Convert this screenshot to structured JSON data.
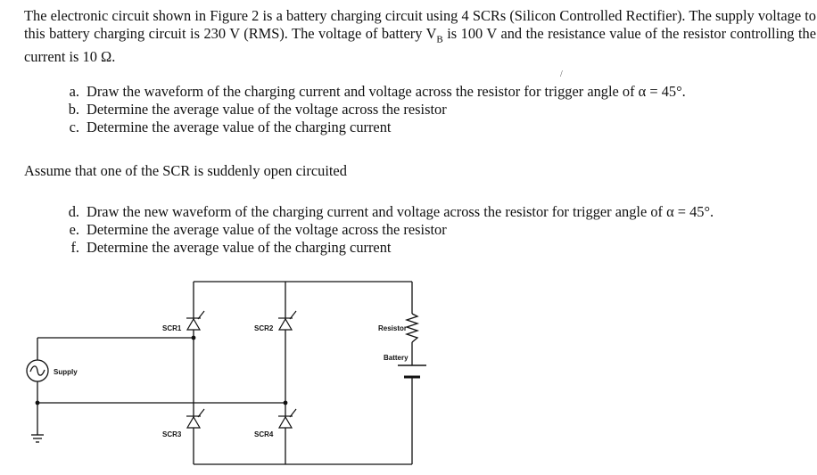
{
  "intro": "The electronic circuit shown in Figure 2 is a battery charging circuit using 4 SCRs (Silicon Controlled Rectifier). The supply voltage to this battery charging circuit is 230 V (RMS). The voltage of battery V",
  "intro_subscript": "B",
  "intro_tail": " is 100 V and the resistance value of the resistor controlling the current is 10 Ω.",
  "stray_mark": "/",
  "questions_1": [
    {
      "label": "a.",
      "text": "Draw the waveform of the charging current and voltage across the resistor for trigger angle of α = 45°."
    },
    {
      "label": "b.",
      "text": "Determine the average value of the voltage across the resistor"
    },
    {
      "label": "c.",
      "text": "Determine the average value of the charging current"
    }
  ],
  "assumption": "Assume that one of the SCR is suddenly open circuited",
  "questions_2": [
    {
      "label": "d.",
      "text": "Draw the new waveform of the charging current and voltage across the resistor for trigger angle of α = 45°."
    },
    {
      "label": "e.",
      "text": "Determine the average value of the voltage across the resistor"
    },
    {
      "label": "f.",
      "text": "Determine the average value of the charging current"
    }
  ],
  "circuit": {
    "scr1": "SCR1",
    "scr2": "SCR2",
    "scr3": "SCR3",
    "scr4": "SCR4",
    "supply": "Supply",
    "resistor": "Resistor",
    "battery": "Battery"
  }
}
